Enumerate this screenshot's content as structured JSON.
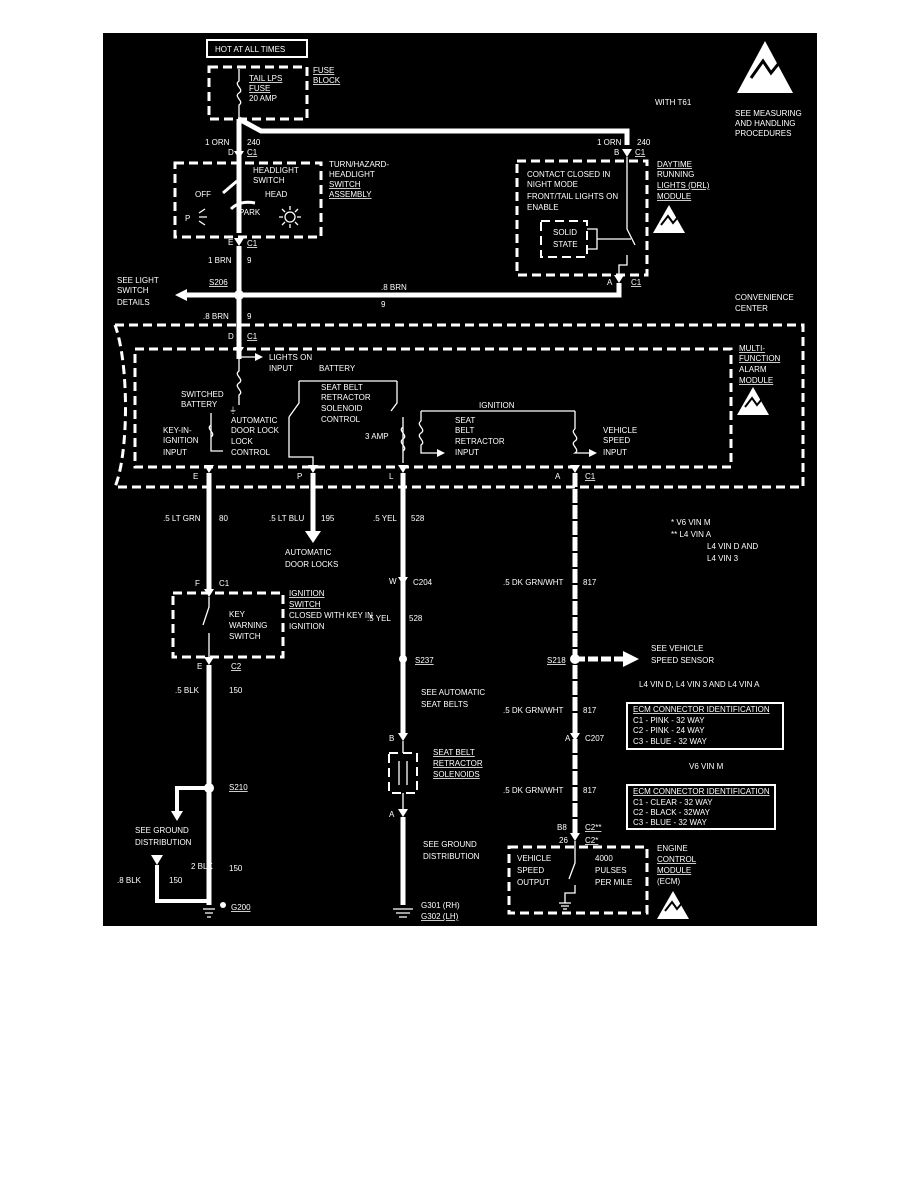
{
  "top": {
    "hot_at_all_times": "HOT AT ALL TIMES",
    "fuse_block": [
      "FUSE",
      "BLOCK"
    ],
    "fuse": [
      "TAIL LPS",
      "FUSE",
      "20 AMP"
    ],
    "with_t61": "WITH T61",
    "esd_note": [
      "SEE MEASURING",
      "AND HANDLING",
      "PROCEDURES"
    ]
  },
  "headlight_switch": {
    "wire_top": "1 ORN",
    "circuit_top": "240",
    "pin_top": "D",
    "conn_top": "C1",
    "label": [
      "HEADLIGHT",
      "SWITCH"
    ],
    "off": "OFF",
    "head": "HEAD",
    "park": "PARK",
    "p": "P",
    "assembly": [
      "TURN/HAZARD-",
      "HEADLIGHT",
      "SWITCH",
      "ASSEMBLY"
    ],
    "pin_bottom": "E",
    "conn_bottom": "C1",
    "wire_bottom": "1 BRN",
    "circuit_bottom": "9"
  },
  "drl": {
    "wire": "1 ORN",
    "circuit": "240",
    "pin_top": "B",
    "conn_top": "C1",
    "text": [
      "CONTACT CLOSED IN",
      "NIGHT MODE",
      "FRONT/TAIL LIGHTS ON",
      "ENABLE"
    ],
    "solid_state": [
      "SOLID",
      "STATE"
    ],
    "module": [
      "DAYTIME",
      "RUNNING",
      "LIGHTS (DRL)",
      "MODULE"
    ],
    "pin_bottom": "A",
    "conn_bottom": "C1"
  },
  "splice_s206": {
    "see": [
      "SEE LIGHT",
      "SWITCH",
      "DETAILS"
    ],
    "splice": "S206",
    "wire": ".8 BRN",
    "circuit": "9",
    "wire_down": ".8 BRN",
    "circuit_down": "9"
  },
  "convenience": {
    "center": [
      "CONVENIENCE",
      "CENTER"
    ],
    "module": [
      "MULTI-",
      "FUNCTION",
      "ALARM",
      "MODULE"
    ],
    "pin_d": "D",
    "conn_d": "C1",
    "lights_on": [
      "LIGHTS ON",
      "INPUT"
    ],
    "battery": "BATTERY",
    "seat_belt_ctl": [
      "SEAT BELT",
      "RETRACTOR",
      "SOLENOID",
      "CONTROL"
    ],
    "switched_battery": [
      "SWITCHED",
      "BATTERY"
    ],
    "key_in": [
      "KEY-IN-",
      "IGNITION",
      "INPUT"
    ],
    "auto_lock": [
      "AUTOMATIC",
      "DOOR LOCK",
      "LOCK",
      "CONTROL"
    ],
    "ignition": "IGNITION",
    "three_amp": "3 AMP",
    "seat_belt_input": [
      "SEAT",
      "BELT",
      "RETRACTOR",
      "INPUT"
    ],
    "vehicle_speed": [
      "VEHICLE",
      "SPEED",
      "INPUT"
    ],
    "pins": [
      "E",
      "P",
      "L",
      "A"
    ],
    "conn_a": "C1"
  },
  "wires_mid": {
    "w1": ".5 LT GRN",
    "c1": "80",
    "w2": ".5 LT BLU",
    "c2": "195",
    "w3": ".5 YEL",
    "c3": "528",
    "door_locks": [
      "AUTOMATIC",
      "DOOR LOCKS"
    ]
  },
  "legend": {
    "l1": "*   V6 VIN M",
    "l2": "**  L4 VIN A",
    "l3": "L4 VIN D AND",
    "l4": "L4 VIN 3"
  },
  "ignition_switch": {
    "pin_top": "F",
    "conn_top": "C1",
    "label": [
      "IGNITION",
      "SWITCH",
      "CLOSED WITH KEY IN",
      "IGNITION"
    ],
    "inner": [
      "KEY",
      "WARNING",
      "SWITCH"
    ],
    "pin_bottom": "E",
    "conn_bottom": "C2",
    "wire": ".5 BLK",
    "circuit": "150"
  },
  "yel_branch": {
    "pin_w": "W",
    "conn": "C204",
    "wire": ".5 YEL",
    "circuit": "528",
    "splice": "S237",
    "see_auto": [
      "SEE AUTOMATIC",
      "SEAT BELTS"
    ],
    "pin_b": "B",
    "solenoids": [
      "SEAT BELT",
      "RETRACTOR",
      "SOLENOIDS"
    ],
    "pin_a": "A",
    "see_ground": [
      "SEE GROUND",
      "DISTRIBUTION"
    ],
    "ground": [
      "G301 (RH)",
      "G302 (LH)"
    ]
  },
  "speed_branch": {
    "wire": ".5 DK GRN/WHT",
    "circuit": "817",
    "splice": "S218",
    "see_sensor": [
      "SEE VEHICLE",
      "SPEED SENSOR"
    ],
    "variant1": "L4 VIN D, L4 VIN 3 AND L4 VIN A",
    "ecm1_title": "ECM CONNECTOR IDENTIFICATION",
    "ecm1": [
      "C1 - PINK - 32 WAY",
      "C2 - PINK - 24 WAY",
      "C3 - BLUE - 32 WAY"
    ],
    "wire2": ".5 DK GRN/WHT",
    "circuit2": "817",
    "pin_a": "A",
    "conn_c207": "C207",
    "variant2": "V6 VIN M",
    "ecm2_title": "ECM CONNECTOR IDENTIFICATION",
    "ecm2": [
      "C1 - CLEAR - 32 WAY",
      "C2 - BLACK - 32WAY",
      "C3 - BLUE - 32 WAY"
    ],
    "wire3": ".5 DK GRN/WHT",
    "circuit3": "817",
    "pin_b8": "B8",
    "conn_c2a": "C2**",
    "pin_26": "26",
    "conn_c2b": "C2*",
    "ecm_text": [
      "VEHICLE",
      "SPEED",
      "OUTPUT"
    ],
    "pulses": [
      "4000",
      "PULSES",
      "PER MILE"
    ],
    "ecm_module": [
      "ENGINE",
      "CONTROL",
      "MODULE",
      "(ECM)"
    ]
  },
  "ground_left": {
    "splice": "S210",
    "see": [
      "SEE GROUND",
      "DISTRIBUTION"
    ],
    "wire_2blk": "2 BLK",
    "circuit": "150",
    "wire_8blk": ".8 BLK",
    "circuit2": "150",
    "ground": "G200"
  }
}
